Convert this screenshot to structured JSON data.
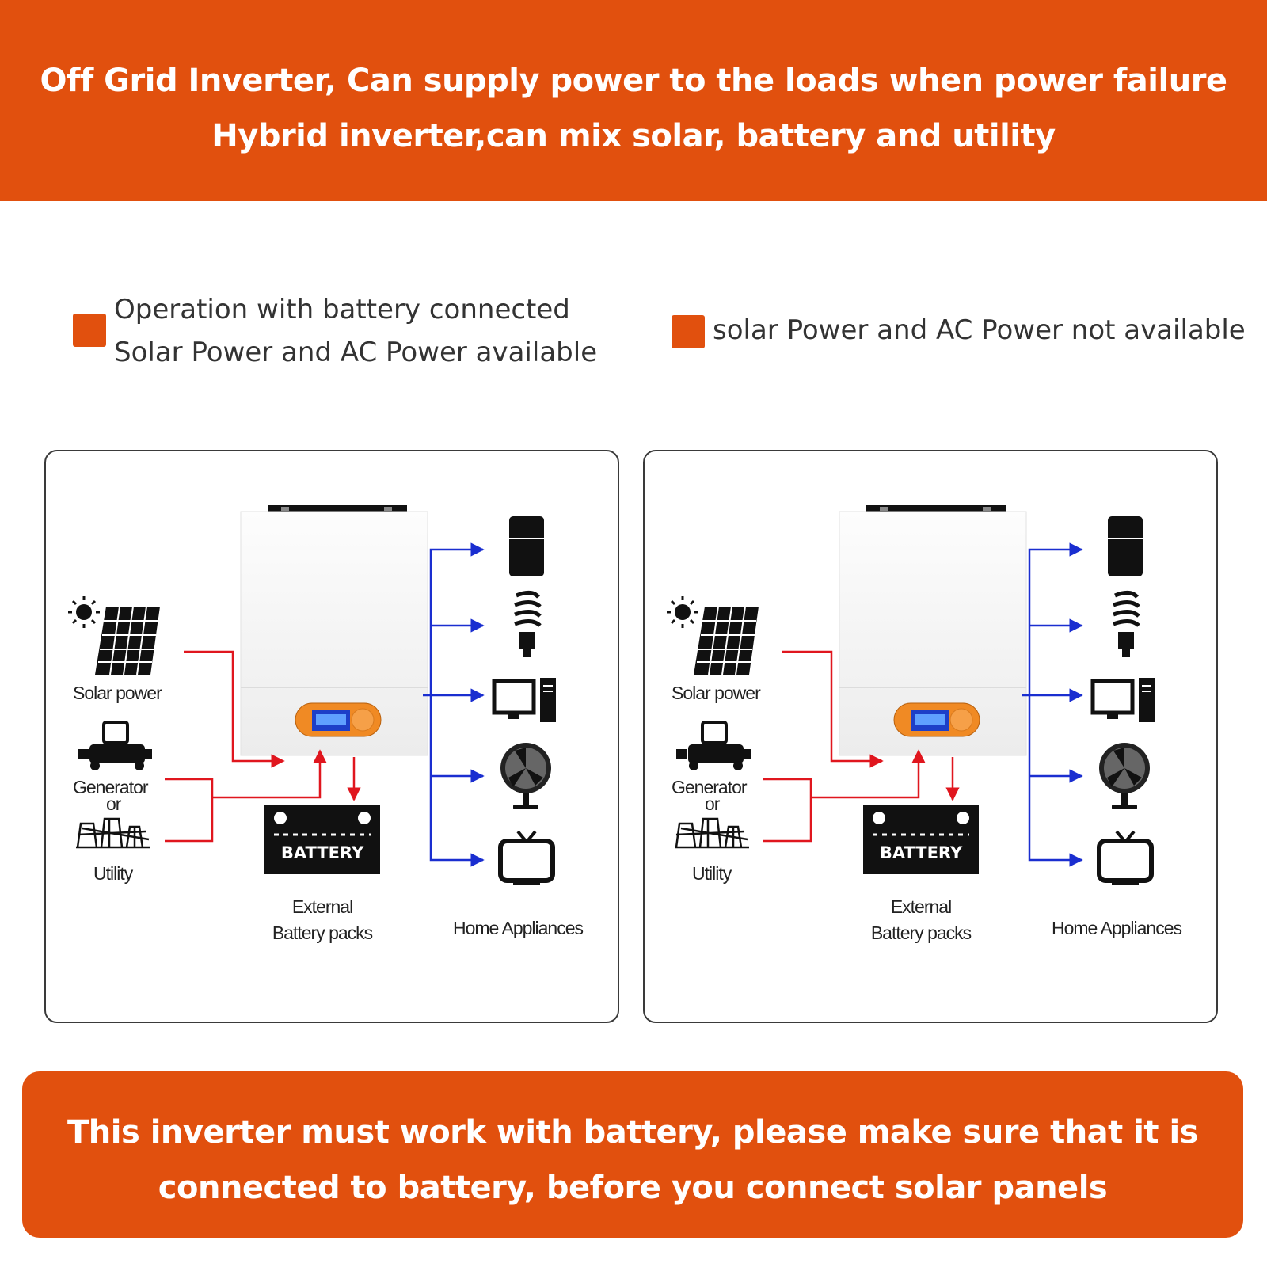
{
  "header": {
    "line1": "Off Grid Inverter, Can supply power to the loads when power failure",
    "line2": "Hybrid inverter,can mix solar, battery and utility"
  },
  "legend": {
    "left": {
      "line1": "Operation with battery connected",
      "line2": "Solar Power and AC Power available"
    },
    "right": {
      "line1": "solar Power and AC Power not available"
    }
  },
  "diagram": {
    "solar_label": "Solar power",
    "generator_label": "Generator",
    "or_label": "or",
    "utility_label": "Utility",
    "battery_label": "BATTERY",
    "battery_caption_1": "External",
    "battery_caption_2": "Battery packs",
    "appliances_label": "Home Appliances"
  },
  "footer": {
    "line1": "This inverter must work with battery, please make sure that it is",
    "line2": "connected to battery,   before you connect solar panels"
  },
  "colors": {
    "accent": "#E1500E",
    "input_line": "#E0161E",
    "output_line": "#1A2ED0"
  }
}
